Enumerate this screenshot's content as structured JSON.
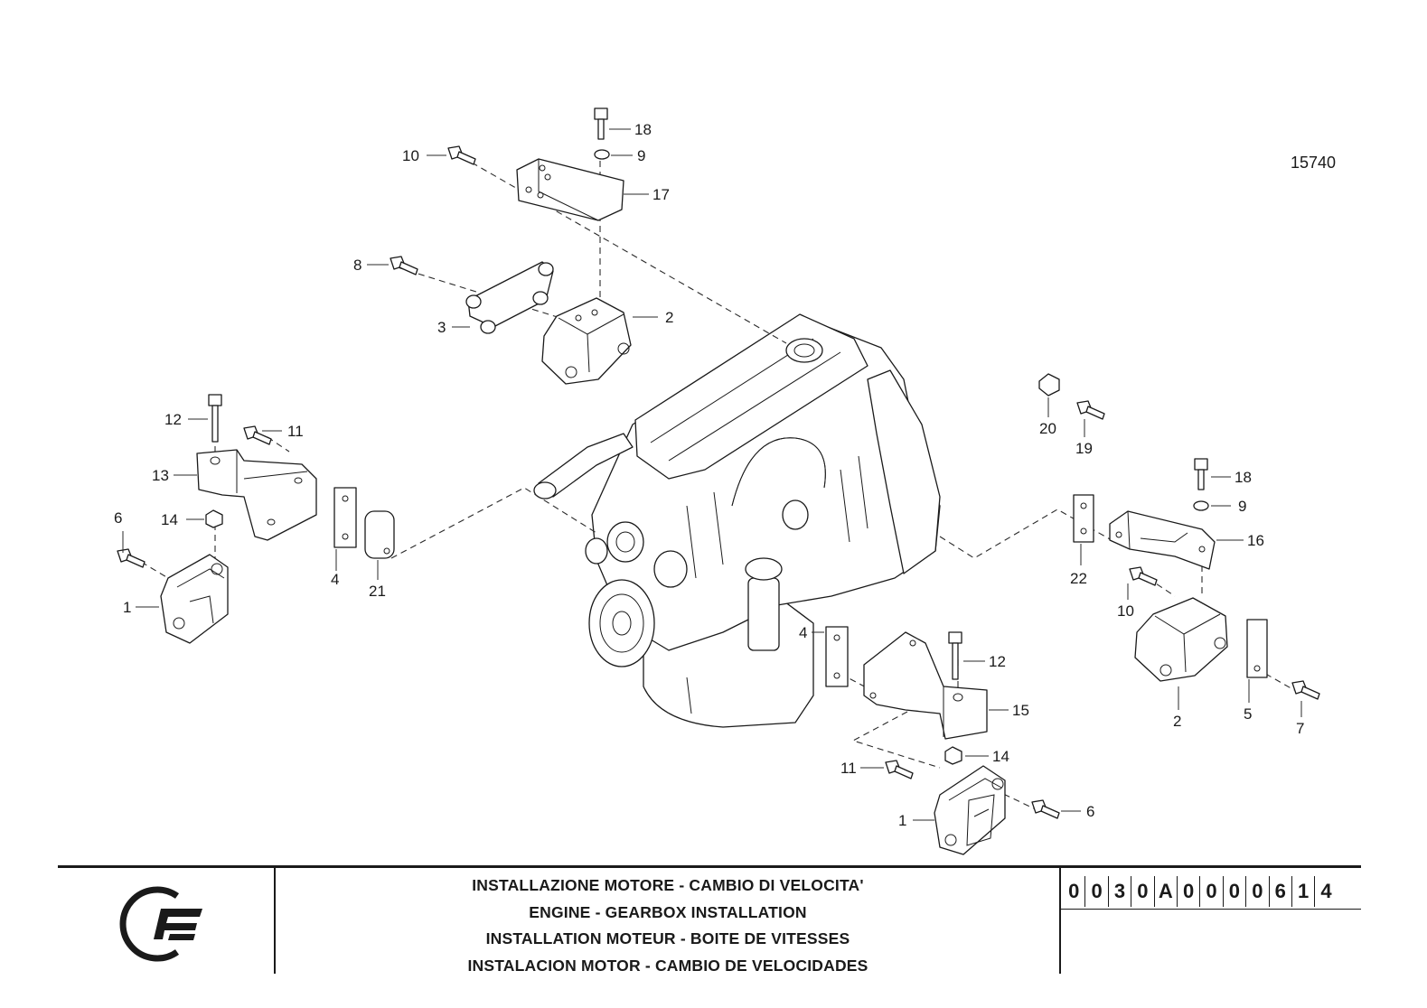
{
  "drawing_number": "15740",
  "callouts": {
    "c18a": "18",
    "c9a": "9",
    "c10a": "10",
    "c17": "17",
    "c8": "8",
    "c3": "3",
    "c2a": "2",
    "c12a": "12",
    "c11a": "11",
    "c13": "13",
    "c6a": "6",
    "c14a": "14",
    "c1a": "1",
    "c4a": "4",
    "c21": "21",
    "c20": "20",
    "c19": "19",
    "c18b": "18",
    "c9b": "9",
    "c16": "16",
    "c22": "22",
    "c10b": "10",
    "c4b": "4",
    "c12b": "12",
    "c15": "15",
    "c14b": "14",
    "c11b": "11",
    "c6b": "6",
    "c1b": "1",
    "c2b": "2",
    "c5": "5",
    "c7": "7"
  },
  "title_block": {
    "line_it": "INSTALLAZIONE MOTORE - CAMBIO DI VELOCITA'",
    "line_en": "ENGINE - GEARBOX INSTALLATION",
    "line_fr": "INSTALLATION MOTEUR - BOITE DE VITESSES",
    "line_es": "INSTALACION MOTOR - CAMBIO DE VELOCIDADES",
    "code": [
      "0",
      "0",
      "3",
      "0",
      "A",
      "0",
      "0",
      "0",
      "0",
      "6",
      "1",
      "4"
    ]
  }
}
